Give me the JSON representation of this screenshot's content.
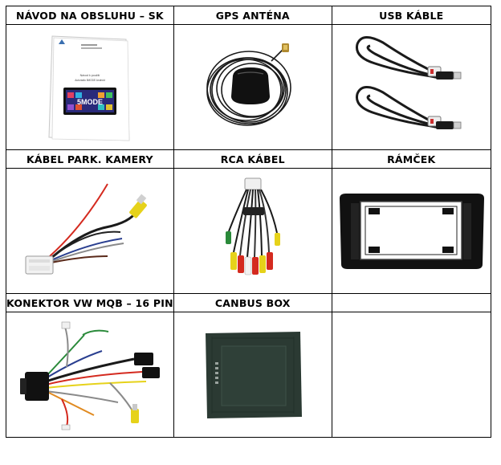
{
  "items": [
    {
      "label": "NÁVOD NA OBSLUHU – SK",
      "icon": "manual-booklet-icon"
    },
    {
      "label": "GPS ANTÉNA",
      "icon": "gps-antenna-icon"
    },
    {
      "label": "USB KÁBLE",
      "icon": "usb-cables-icon"
    },
    {
      "label": "KÁBEL PARK. KAMERY",
      "icon": "parking-camera-cable-icon"
    },
    {
      "label": "RCA KÁBEL",
      "icon": "rca-cable-icon"
    },
    {
      "label": "RÁMČEK",
      "icon": "frame-icon"
    },
    {
      "label": "KONEKTOR VW MQB – 16 PIN",
      "icon": "vw-mqb-connector-icon"
    },
    {
      "label": "CANBUS BOX",
      "icon": "canbus-box-icon"
    },
    {
      "label": "",
      "icon": ""
    }
  ],
  "manual": {
    "title": "Návod k použití",
    "subtitle": "Autorádio 5MODE Android",
    "brand": "5MODE"
  },
  "colors": {
    "border": "#000000",
    "cable": "#1a1a1a",
    "rca_yellow": "#e6d21a",
    "rca_red": "#d42a1f",
    "frame": "#111111",
    "canbus_box": "#2b3a33"
  }
}
